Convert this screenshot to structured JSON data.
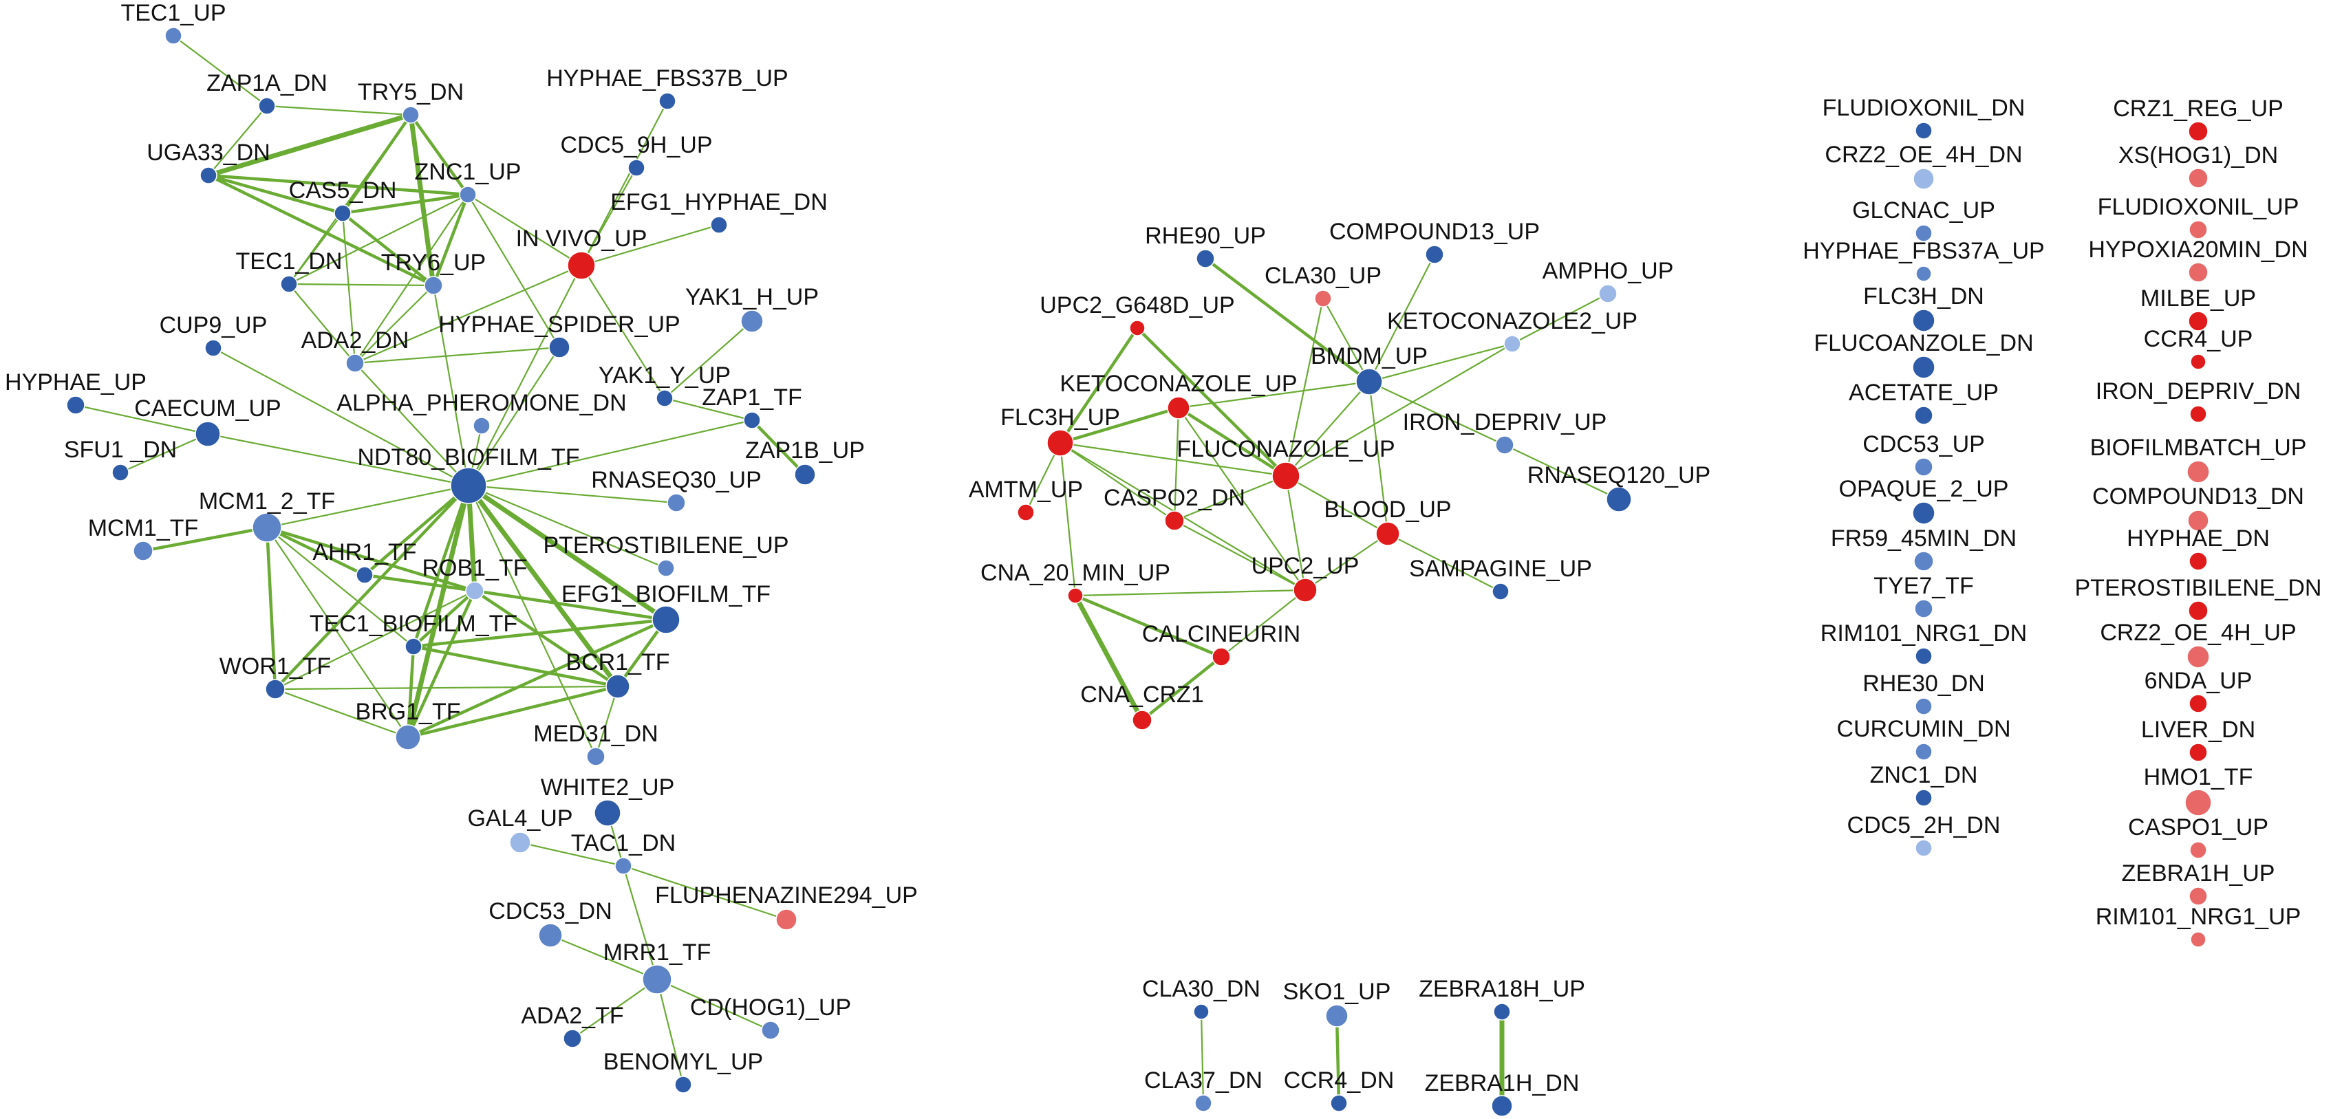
{
  "colors": {
    "edge": "#6aab34",
    "dark_blue": "#2f5ca8",
    "mid_blue": "#5d84c6",
    "light_blue": "#9bb7e6",
    "red": "#e01b1b",
    "pink": "#e86868"
  },
  "nodes": [
    {
      "id": "TEC1_UP",
      "label": "TEC1_UP",
      "color": "mid_blue",
      "r": 12
    },
    {
      "id": "ZAP1A_DN",
      "label": "ZAP1A_DN",
      "color": "dark_blue",
      "r": 12
    },
    {
      "id": "TRY5_DN",
      "label": "TRY5_DN",
      "color": "mid_blue",
      "r": 12
    },
    {
      "id": "HYPHAE_FBS37B_UP",
      "label": "HYPHAE_FBS37B_UP",
      "color": "dark_blue",
      "r": 12
    },
    {
      "id": "UGA33_DN",
      "label": "UGA33_DN",
      "color": "dark_blue",
      "r": 12
    },
    {
      "id": "CAS5_DN",
      "label": "CAS5_DN",
      "color": "dark_blue",
      "r": 12
    },
    {
      "id": "ZNC1_UP",
      "label": "ZNC1_UP",
      "color": "mid_blue",
      "r": 12
    },
    {
      "id": "CDC5_9H_UP",
      "label": "CDC5_9H_UP",
      "color": "dark_blue",
      "r": 12
    },
    {
      "id": "EFG1_HYPHAE_DN",
      "label": "EFG1_HYPHAE_DN",
      "color": "dark_blue",
      "r": 12
    },
    {
      "id": "IN_VIVO_UP",
      "label": "IN VIVO_UP",
      "color": "red",
      "r": 20
    },
    {
      "id": "TEC1_DN",
      "label": "TEC1_DN",
      "color": "dark_blue",
      "r": 12
    },
    {
      "id": "TRY6_UP",
      "label": "TRY6_UP",
      "color": "mid_blue",
      "r": 13
    },
    {
      "id": "YAK1_H_UP",
      "label": "YAK1_H_UP",
      "color": "mid_blue",
      "r": 16
    },
    {
      "id": "CUP9_UP",
      "label": "CUP9_UP",
      "color": "dark_blue",
      "r": 12
    },
    {
      "id": "ADA2_DN",
      "label": "ADA2_DN",
      "color": "mid_blue",
      "r": 13
    },
    {
      "id": "HYPHAE_SPIDER_UP",
      "label": "HYPHAE_SPIDER_UP",
      "color": "dark_blue",
      "r": 15
    },
    {
      "id": "YAK1_Y_UP",
      "label": "YAK1_Y_UP",
      "color": "dark_blue",
      "r": 12
    },
    {
      "id": "ZAP1_TF",
      "label": "ZAP1_TF",
      "color": "dark_blue",
      "r": 12
    },
    {
      "id": "HYPHAE_UP",
      "label": "HYPHAE_UP",
      "color": "dark_blue",
      "r": 13
    },
    {
      "id": "CAECUM_UP",
      "label": "CAECUM_UP",
      "color": "dark_blue",
      "r": 18
    },
    {
      "id": "ALPHA_PHEROMONE_DN",
      "label": "ALPHA_PHEROMONE_DN",
      "color": "mid_blue",
      "r": 12
    },
    {
      "id": "ZAP1B_UP",
      "label": "ZAP1B_UP",
      "color": "dark_blue",
      "r": 15
    },
    {
      "id": "SFU1_DN",
      "label": "SFU1 _DN",
      "color": "dark_blue",
      "r": 12
    },
    {
      "id": "NDT80_BIOFILM_TF",
      "label": "NDT80_BIOFILM_TF",
      "color": "dark_blue",
      "r": 26
    },
    {
      "id": "RNASEQ30_UP",
      "label": "RNASEQ30_UP",
      "color": "mid_blue",
      "r": 13
    },
    {
      "id": "MCM1_2_TF",
      "label": "MCM1_2_TF",
      "color": "mid_blue",
      "r": 21
    },
    {
      "id": "MCM1_TF",
      "label": "MCM1_TF",
      "color": "mid_blue",
      "r": 14
    },
    {
      "id": "AHR1_TF",
      "label": "AHR1_TF",
      "color": "dark_blue",
      "r": 12
    },
    {
      "id": "PTEROSTIBILENE_UP",
      "label": "PTEROSTIBILENE_UP",
      "color": "mid_blue",
      "r": 12
    },
    {
      "id": "ROB1_TF",
      "label": "ROB1_TF",
      "color": "light_blue",
      "r": 13
    },
    {
      "id": "EFG1_BIOFILM_TF",
      "label": "EFG1_BIOFILM_TF",
      "color": "dark_blue",
      "r": 20
    },
    {
      "id": "TEC1_BIOFILM_TF",
      "label": "TEC1_BIOFILM_TF",
      "color": "dark_blue",
      "r": 12
    },
    {
      "id": "WOR1_TF",
      "label": "WOR1_TF",
      "color": "dark_blue",
      "r": 14
    },
    {
      "id": "BCR1_TF",
      "label": "BCR1_TF",
      "color": "dark_blue",
      "r": 17
    },
    {
      "id": "BRG1_TF",
      "label": "BRG1_TF",
      "color": "mid_blue",
      "r": 18
    },
    {
      "id": "MED31_DN",
      "label": "MED31_DN",
      "color": "mid_blue",
      "r": 13
    },
    {
      "id": "WHITE2_UP",
      "label": "WHITE2_UP",
      "color": "dark_blue",
      "r": 19
    },
    {
      "id": "GAL4_UP",
      "label": "GAL4_UP",
      "color": "light_blue",
      "r": 15
    },
    {
      "id": "TAC1_DN",
      "label": "TAC1_DN",
      "color": "mid_blue",
      "r": 12
    },
    {
      "id": "FLUPHENAZINE294_UP",
      "label": "FLUPHENAZINE294_UP",
      "color": "pink",
      "r": 15
    },
    {
      "id": "CDC53_DN",
      "label": "CDC53_DN",
      "color": "mid_blue",
      "r": 17
    },
    {
      "id": "MRR1_TF",
      "label": "MRR1_TF",
      "color": "mid_blue",
      "r": 21
    },
    {
      "id": "ADA2_TF",
      "label": "ADA2_TF",
      "color": "dark_blue",
      "r": 13
    },
    {
      "id": "CD_HOG1_UP",
      "label": "CD(HOG1)_UP",
      "color": "mid_blue",
      "r": 13
    },
    {
      "id": "BENOMYL_UP",
      "label": "BENOMYL_UP",
      "color": "dark_blue",
      "r": 12
    },
    {
      "id": "RHE90_UP",
      "label": "RHE90_UP",
      "color": "dark_blue",
      "r": 13
    },
    {
      "id": "COMPOUND13_UP",
      "label": "COMPOUND13_UP",
      "color": "dark_blue",
      "r": 13
    },
    {
      "id": "CLA30_UP",
      "label": "CLA30_UP",
      "color": "pink",
      "r": 12
    },
    {
      "id": "AMPHO_UP",
      "label": "AMPHO_UP",
      "color": "light_blue",
      "r": 13
    },
    {
      "id": "UPC2_G648D_UP",
      "label": "UPC2_G648D_UP",
      "color": "red",
      "r": 11
    },
    {
      "id": "KETOCONAZOLE2_UP",
      "label": "KETOCONAZOLE2_UP",
      "color": "light_blue",
      "r": 12
    },
    {
      "id": "BMDM_UP",
      "label": "BMDM_UP",
      "color": "dark_blue",
      "r": 19
    },
    {
      "id": "KETOCONAZOLE_UP",
      "label": "KETOCONAZOLE_UP",
      "color": "red",
      "r": 16
    },
    {
      "id": "FLC3H_UP",
      "label": "FLC3H_UP",
      "color": "red",
      "r": 19
    },
    {
      "id": "IRON_DEPRIV_UP",
      "label": "IRON_DEPRIV_UP",
      "color": "mid_blue",
      "r": 13
    },
    {
      "id": "FLUCONAZOLE_UP",
      "label": "FLUCONAZOLE_UP",
      "color": "red",
      "r": 20
    },
    {
      "id": "AMTM_UP",
      "label": "AMTM_UP",
      "color": "red",
      "r": 12
    },
    {
      "id": "CASPO2_DN",
      "label": "CASPO2_DN",
      "color": "red",
      "r": 14
    },
    {
      "id": "RNASEQ120_UP",
      "label": "RNASEQ120_UP",
      "color": "dark_blue",
      "r": 18
    },
    {
      "id": "BLOOD_UP",
      "label": "BLOOD_UP",
      "color": "red",
      "r": 17
    },
    {
      "id": "CNA_20_MIN_UP",
      "label": "CNA_20_MIN_UP",
      "color": "red",
      "r": 11
    },
    {
      "id": "UPC2_UP",
      "label": "UPC2_UP",
      "color": "red",
      "r": 17
    },
    {
      "id": "SAMPAGINE_UP",
      "label": "SAMPAGINE_UP",
      "color": "dark_blue",
      "r": 12
    },
    {
      "id": "CALCINEURIN",
      "label": "CALCINEURIN",
      "color": "red",
      "r": 13
    },
    {
      "id": "CNA_CRZ1",
      "label": "CNA_CRZ1",
      "color": "red",
      "r": 14
    },
    {
      "id": "CLA30_DN",
      "label": "CLA30_DN",
      "color": "dark_blue",
      "r": 11
    },
    {
      "id": "CLA37_DN",
      "label": "CLA37_DN",
      "color": "mid_blue",
      "r": 12
    },
    {
      "id": "SKO1_UP",
      "label": "SKO1_UP",
      "color": "mid_blue",
      "r": 16
    },
    {
      "id": "CCR4_DN",
      "label": "CCR4_DN",
      "color": "dark_blue",
      "r": 12
    },
    {
      "id": "ZEBRA18H_UP",
      "label": "ZEBRA18H_UP",
      "color": "dark_blue",
      "r": 12
    },
    {
      "id": "ZEBRA1H_DN",
      "label": "ZEBRA1H_DN",
      "color": "dark_blue",
      "r": 15
    },
    {
      "id": "FLUDIOXONIL_DN",
      "label": "FLUDIOXONIL_DN",
      "color": "dark_blue",
      "r": 12
    },
    {
      "id": "CRZ2_OE_4H_DN",
      "label": "CRZ2_OE_4H_DN",
      "color": "light_blue",
      "r": 15
    },
    {
      "id": "GLCNAC_UP",
      "label": "GLCNAC_UP",
      "color": "mid_blue",
      "r": 12
    },
    {
      "id": "HYPHAE_FBS37A_UP",
      "label": "HYPHAE_FBS37A_UP",
      "color": "mid_blue",
      "r": 11
    },
    {
      "id": "FLC3H_DN",
      "label": "FLC3H_DN",
      "color": "dark_blue",
      "r": 16
    },
    {
      "id": "FLUCOANZOLE_DN",
      "label": "FLUCOANZOLE_DN",
      "color": "dark_blue",
      "r": 16
    },
    {
      "id": "ACETATE_UP",
      "label": "ACETATE_UP",
      "color": "dark_blue",
      "r": 13
    },
    {
      "id": "CDC53_UP",
      "label": "CDC53_UP",
      "color": "mid_blue",
      "r": 13
    },
    {
      "id": "OPAQUE_2_UP",
      "label": "OPAQUE_2_UP",
      "color": "dark_blue",
      "r": 16
    },
    {
      "id": "FR59_45MIN_DN",
      "label": "FR59_45MIN_DN",
      "color": "mid_blue",
      "r": 14
    },
    {
      "id": "TYE7_TF",
      "label": "TYE7_TF",
      "color": "mid_blue",
      "r": 13
    },
    {
      "id": "RIM101_NRG1_DN",
      "label": "RIM101_NRG1_DN",
      "color": "dark_blue",
      "r": 12
    },
    {
      "id": "RHE30_DN",
      "label": "RHE30_DN",
      "color": "mid_blue",
      "r": 12
    },
    {
      "id": "CURCUMIN_DN",
      "label": "CURCUMIN_DN",
      "color": "mid_blue",
      "r": 12
    },
    {
      "id": "ZNC1_DN",
      "label": "ZNC1_DN",
      "color": "dark_blue",
      "r": 12
    },
    {
      "id": "CDC5_2H_DN",
      "label": "CDC5_2H_DN",
      "color": "light_blue",
      "r": 12
    },
    {
      "id": "CRZ1_REG_UP",
      "label": "CRZ1_REG_UP",
      "color": "red",
      "r": 14
    },
    {
      "id": "XS_HOG1_DN",
      "label": "XS(HOG1)_DN",
      "color": "pink",
      "r": 14
    },
    {
      "id": "FLUDIOXONIL_UP",
      "label": "FLUDIOXONIL_UP",
      "color": "pink",
      "r": 13
    },
    {
      "id": "HYPOXIA20MIN_DN",
      "label": "HYPOXIA20MIN_DN",
      "color": "pink",
      "r": 14
    },
    {
      "id": "MILBE_UP",
      "label": "MILBE_UP",
      "color": "red",
      "r": 14
    },
    {
      "id": "CCR4_UP",
      "label": "CCR4_UP",
      "color": "red",
      "r": 11
    },
    {
      "id": "IRON_DEPRIV_DN",
      "label": "IRON_DEPRIV_DN",
      "color": "red",
      "r": 12
    },
    {
      "id": "BIOFILMBATCH_UP",
      "label": "BIOFILMBATCH_UP",
      "color": "pink",
      "r": 16
    },
    {
      "id": "COMPOUND13_DN",
      "label": "COMPOUND13_DN",
      "color": "pink",
      "r": 15
    },
    {
      "id": "HYPHAE_DN",
      "label": "HYPHAE_DN",
      "color": "red",
      "r": 13
    },
    {
      "id": "PTEROSTIBILENE_DN",
      "label": "PTEROSTIBILENE_DN",
      "color": "red",
      "r": 14
    },
    {
      "id": "CRZ2_OE_4H_UP",
      "label": "CRZ2_OE_4H_UP",
      "color": "pink",
      "r": 16
    },
    {
      "id": "6NDA_UP",
      "label": "6NDA_UP",
      "color": "red",
      "r": 13
    },
    {
      "id": "LIVER_DN",
      "label": "LIVER_DN",
      "color": "red",
      "r": 13
    },
    {
      "id": "HMO1_TF",
      "label": "HMO1_TF",
      "color": "pink",
      "r": 19
    },
    {
      "id": "CASPO1_UP",
      "label": "CASPO1_UP",
      "color": "pink",
      "r": 12
    },
    {
      "id": "ZEBRA1H_UP",
      "label": "ZEBRA1H_UP",
      "color": "pink",
      "r": 13
    },
    {
      "id": "RIM101_NRG1_UP",
      "label": "RIM101_NRG1_UP",
      "color": "pink",
      "r": 11
    }
  ],
  "edges": [
    [
      "TEC1_UP",
      "ZAP1A_DN",
      1
    ],
    [
      "ZAP1A_DN",
      "UGA33_DN",
      1
    ],
    [
      "ZAP1A_DN",
      "TRY5_DN",
      1
    ],
    [
      "UGA33_DN",
      "TRY5_DN",
      3
    ],
    [
      "UGA33_DN",
      "CAS5_DN",
      2
    ],
    [
      "UGA33_DN",
      "ZNC1_UP",
      2
    ],
    [
      "UGA33_DN",
      "TRY6_UP",
      2
    ],
    [
      "TRY5_DN",
      "CAS5_DN",
      2
    ],
    [
      "TRY5_DN",
      "ZNC1_UP",
      2
    ],
    [
      "TRY5_DN",
      "TRY6_UP",
      3
    ],
    [
      "TRY5_DN",
      "TEC1_DN",
      1
    ],
    [
      "CAS5_DN",
      "ZNC1_UP",
      2
    ],
    [
      "CAS5_DN",
      "TRY6_UP",
      2
    ],
    [
      "CAS5_DN",
      "TEC1_DN",
      1
    ],
    [
      "CAS5_DN",
      "ADA2_DN",
      1
    ],
    [
      "ZNC1_UP",
      "TRY6_UP",
      2
    ],
    [
      "ZNC1_UP",
      "TEC1_DN",
      1
    ],
    [
      "ZNC1_UP",
      "ADA2_DN",
      1
    ],
    [
      "ZNC1_UP",
      "HYPHAE_SPIDER_UP",
      1
    ],
    [
      "ZNC1_UP",
      "IN_VIVO_UP",
      1
    ],
    [
      "TEC1_DN",
      "TRY6_UP",
      1
    ],
    [
      "TEC1_DN",
      "ADA2_DN",
      1
    ],
    [
      "TRY6_UP",
      "ADA2_DN",
      1
    ],
    [
      "TRY6_UP",
      "NDT80_BIOFILM_TF",
      1
    ],
    [
      "CUP9_UP",
      "NDT80_BIOFILM_TF",
      1
    ],
    [
      "ADA2_DN",
      "HYPHAE_SPIDER_UP",
      1
    ],
    [
      "ADA2_DN",
      "NDT80_BIOFILM_TF",
      1
    ],
    [
      "HYPHAE_FBS37B_UP",
      "IN_VIVO_UP",
      1
    ],
    [
      "CDC5_9H_UP",
      "IN_VIVO_UP",
      1
    ],
    [
      "EFG1_HYPHAE_DN",
      "IN_VIVO_UP",
      1
    ],
    [
      "ADA2_DN",
      "IN_VIVO_UP",
      1
    ],
    [
      "IN_VIVO_UP",
      "NDT80_BIOFILM_TF",
      1
    ],
    [
      "IN_VIVO_UP",
      "YAK1_Y_UP",
      1
    ],
    [
      "HYPHAE_SPIDER_UP",
      "NDT80_BIOFILM_TF",
      1
    ],
    [
      "YAK1_H_UP",
      "YAK1_Y_UP",
      1
    ],
    [
      "YAK1_Y_UP",
      "ZAP1_TF",
      1
    ],
    [
      "ZAP1_TF",
      "ZAP1B_UP",
      2
    ],
    [
      "ZAP1_TF",
      "NDT80_BIOFILM_TF",
      1
    ],
    [
      "HYPHAE_UP",
      "CAECUM_UP",
      1
    ],
    [
      "SFU1_DN",
      "CAECUM_UP",
      1
    ],
    [
      "CAECUM_UP",
      "NDT80_BIOFILM_TF",
      1
    ],
    [
      "ALPHA_PHEROMONE_DN",
      "NDT80_BIOFILM_TF",
      1
    ],
    [
      "NDT80_BIOFILM_TF",
      "RNASEQ30_UP",
      1
    ],
    [
      "NDT80_BIOFILM_TF",
      "MCM1_2_TF",
      1
    ],
    [
      "NDT80_BIOFILM_TF",
      "AHR1_TF",
      2
    ],
    [
      "NDT80_BIOFILM_TF",
      "ROB1_TF",
      3
    ],
    [
      "NDT80_BIOFILM_TF",
      "EFG1_BIOFILM_TF",
      3
    ],
    [
      "NDT80_BIOFILM_TF",
      "TEC1_BIOFILM_TF",
      2
    ],
    [
      "NDT80_BIOFILM_TF",
      "BCR1_TF",
      3
    ],
    [
      "NDT80_BIOFILM_TF",
      "BRG1_TF",
      3
    ],
    [
      "NDT80_BIOFILM_TF",
      "WOR1_TF",
      2
    ],
    [
      "NDT80_BIOFILM_TF",
      "PTEROSTIBILENE_UP",
      1
    ],
    [
      "NDT80_BIOFILM_TF",
      "MED31_DN",
      1
    ],
    [
      "MCM1_TF",
      "MCM1_2_TF",
      2
    ],
    [
      "MCM1_2_TF",
      "AHR1_TF",
      2
    ],
    [
      "MCM1_2_TF",
      "ROB1_TF",
      2
    ],
    [
      "MCM1_2_TF",
      "WOR1_TF",
      2
    ],
    [
      "MCM1_2_TF",
      "BRG1_TF",
      1
    ],
    [
      "MCM1_2_TF",
      "TEC1_BIOFILM_TF",
      1
    ],
    [
      "AHR1_TF",
      "ROB1_TF",
      2
    ],
    [
      "ROB1_TF",
      "EFG1_BIOFILM_TF",
      2
    ],
    [
      "ROB1_TF",
      "BCR1_TF",
      2
    ],
    [
      "ROB1_TF",
      "BRG1_TF",
      2
    ],
    [
      "ROB1_TF",
      "TEC1_BIOFILM_TF",
      2
    ],
    [
      "ROB1_TF",
      "WOR1_TF",
      1
    ],
    [
      "EFG1_BIOFILM_TF",
      "BCR1_TF",
      2
    ],
    [
      "EFG1_BIOFILM_TF",
      "BRG1_TF",
      2
    ],
    [
      "EFG1_BIOFILM_TF",
      "TEC1_BIOFILM_TF",
      2
    ],
    [
      "TEC1_BIOFILM_TF",
      "BCR1_TF",
      2
    ],
    [
      "TEC1_BIOFILM_TF",
      "BRG1_TF",
      2
    ],
    [
      "WOR1_TF",
      "BCR1_TF",
      1
    ],
    [
      "WOR1_TF",
      "BRG1_TF",
      1
    ],
    [
      "BCR1_TF",
      "BRG1_TF",
      2
    ],
    [
      "MED31_DN",
      "BCR1_TF",
      1
    ],
    [
      "WHITE2_UP",
      "TAC1_DN",
      1
    ],
    [
      "GAL4_UP",
      "TAC1_DN",
      1
    ],
    [
      "TAC1_DN",
      "FLUPHENAZINE294_UP",
      1
    ],
    [
      "TAC1_DN",
      "MRR1_TF",
      1
    ],
    [
      "CDC53_DN",
      "MRR1_TF",
      1
    ],
    [
      "MRR1_TF",
      "ADA2_TF",
      1
    ],
    [
      "MRR1_TF",
      "CD_HOG1_UP",
      1
    ],
    [
      "MRR1_TF",
      "BENOMYL_UP",
      1
    ],
    [
      "RHE90_UP",
      "BMDM_UP",
      2
    ],
    [
      "COMPOUND13_UP",
      "BMDM_UP",
      1
    ],
    [
      "CLA30_UP",
      "BMDM_UP",
      1
    ],
    [
      "CLA30_UP",
      "FLUCONAZOLE_UP",
      1
    ],
    [
      "AMPHO_UP",
      "KETOCONAZOLE2_UP",
      1
    ],
    [
      "KETOCONAZOLE2_UP",
      "BMDM_UP",
      1
    ],
    [
      "KETOCONAZOLE2_UP",
      "FLUCONAZOLE_UP",
      1
    ],
    [
      "UPC2_G648D_UP",
      "FLC3H_UP",
      2
    ],
    [
      "UPC2_G648D_UP",
      "FLUCONAZOLE_UP",
      2
    ],
    [
      "BMDM_UP",
      "IRON_DEPRIV_UP",
      1
    ],
    [
      "BMDM_UP",
      "KETOCONAZOLE_UP",
      1
    ],
    [
      "BMDM_UP",
      "FLUCONAZOLE_UP",
      1
    ],
    [
      "BMDM_UP",
      "BLOOD_UP",
      1
    ],
    [
      "IRON_DEPRIV_UP",
      "RNASEQ120_UP",
      1
    ],
    [
      "KETOCONAZOLE_UP",
      "FLC3H_UP",
      2
    ],
    [
      "KETOCONAZOLE_UP",
      "FLUCONAZOLE_UP",
      2
    ],
    [
      "KETOCONAZOLE_UP",
      "CASPO2_DN",
      1
    ],
    [
      "KETOCONAZOLE_UP",
      "UPC2_UP",
      1
    ],
    [
      "FLC3H_UP",
      "FLUCONAZOLE_UP",
      1
    ],
    [
      "FLC3H_UP",
      "AMTM_UP",
      1
    ],
    [
      "FLC3H_UP",
      "CASPO2_DN",
      1
    ],
    [
      "FLC3H_UP",
      "CNA_20_MIN_UP",
      1
    ],
    [
      "FLC3H_UP",
      "UPC2_UP",
      1
    ],
    [
      "FLUCONAZOLE_UP",
      "CASPO2_DN",
      1
    ],
    [
      "FLUCONAZOLE_UP",
      "UPC2_UP",
      1
    ],
    [
      "FLUCONAZOLE_UP",
      "BLOOD_UP",
      1
    ],
    [
      "BLOOD_UP",
      "SAMPAGINE_UP",
      1
    ],
    [
      "BLOOD_UP",
      "UPC2_UP",
      1
    ],
    [
      "CNA_20_MIN_UP",
      "UPC2_UP",
      1
    ],
    [
      "CNA_20_MIN_UP",
      "CALCINEURIN",
      2
    ],
    [
      "CNA_20_MIN_UP",
      "CNA_CRZ1",
      3
    ],
    [
      "CASPO2_DN",
      "UPC2_UP",
      1
    ],
    [
      "UPC2_UP",
      "CALCINEURIN",
      1
    ],
    [
      "CALCINEURIN",
      "CNA_CRZ1",
      2
    ],
    [
      "CLA30_DN",
      "CLA37_DN",
      1
    ],
    [
      "SKO1_UP",
      "CCR4_DN",
      2
    ],
    [
      "ZEBRA18H_UP",
      "ZEBRA1H_DN",
      3
    ]
  ]
}
